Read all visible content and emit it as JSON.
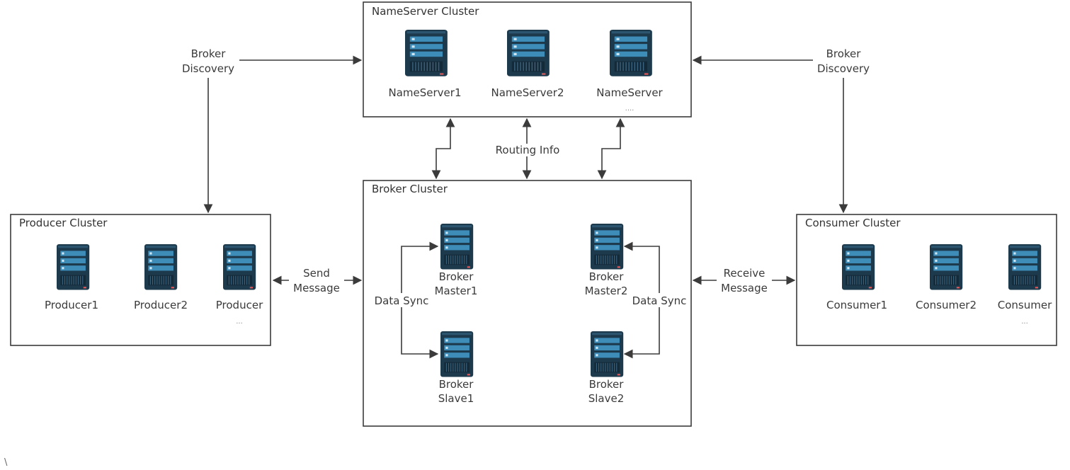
{
  "clusters": {
    "nameserver": {
      "title": "NameServer Cluster",
      "nodes": [
        "NameServer1",
        "NameServer2",
        "NameServer"
      ],
      "more": "...."
    },
    "broker": {
      "title": "Broker Cluster",
      "master1": [
        "Broker",
        "Master1"
      ],
      "master2": [
        "Broker",
        "Master2"
      ],
      "slave1": [
        "Broker",
        "Slave1"
      ],
      "slave2": [
        "Broker",
        "Slave2"
      ]
    },
    "producer": {
      "title": "Producer Cluster",
      "nodes": [
        "Producer1",
        "Producer2",
        "Producer"
      ],
      "more": "..."
    },
    "consumer": {
      "title": "Consumer Cluster",
      "nodes": [
        "Consumer1",
        "Consumer2",
        "Consumer"
      ],
      "more": "..."
    }
  },
  "connections": {
    "broker_discovery_left": [
      "Broker",
      "Discovery"
    ],
    "broker_discovery_right": [
      "Broker",
      "Discovery"
    ],
    "routing_info": "Routing Info",
    "send_message": [
      "Send",
      "Message"
    ],
    "receive_message": [
      "Receive",
      "Message"
    ],
    "data_sync_left": "Data Sync",
    "data_sync_right": "Data Sync"
  },
  "stray_mark": "\\",
  "colors": {
    "server_body": "#1d3a4d",
    "server_panel": "#3e8cb8",
    "line": "#3b3b3b"
  }
}
